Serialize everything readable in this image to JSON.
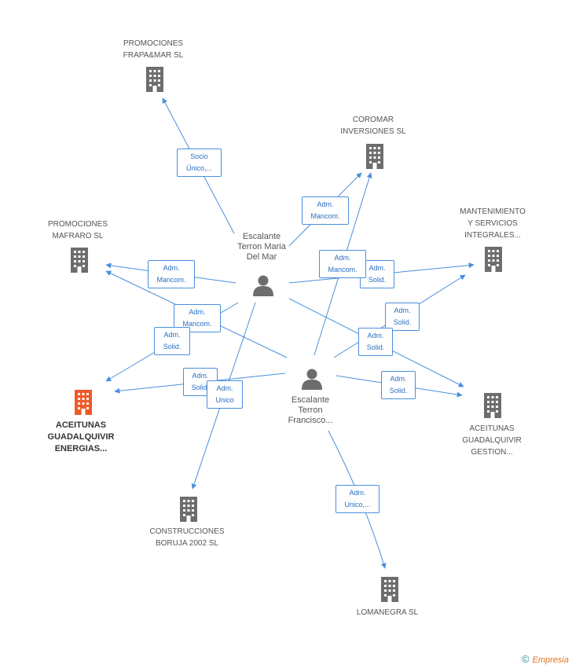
{
  "companies": {
    "frapamar": "PROMOCIONES\nFRAPA&MAR SL",
    "coromar": "COROMAR\nINVERSIONES SL",
    "mantenimiento": "MANTENIMIENTO\nY SERVICIOS\nINTEGRALES...",
    "mafraro": "PROMOCIONES\nMAFRARO SL",
    "energias": "ACEITUNAS\nGUADALQUIVIR\nENERGIAS...",
    "gestion": "ACEITUNAS\nGUADALQUIVIR\nGESTION...",
    "boruja": "CONSTRUCCIONES\nBORUJA 2002 SL",
    "lomanegra": "LOMANEGRA SL"
  },
  "persons": {
    "maria": "Escalante\nTerron Maria\nDel Mar",
    "francisco": "Escalante\nTerron\nFrancisco..."
  },
  "edge_labels": {
    "e1": "Socio\nÚnico,...",
    "e2": "Adm.\nMancom.",
    "e3": "Adm.\nMancom.",
    "e4": "Adm.\nMancom.",
    "e5": "Adm.\nSolid.",
    "e6": "Adm.\nMancom.",
    "e7": "Adm.\nSolid.",
    "e8": "Adm.\nSolid.",
    "e9": "Adm.\nSolid.",
    "e10": "Adm.\nSolid.",
    "e11": "Adm.\nUnico",
    "e12": "Adm.\nSolid.",
    "e13": "Adm.\nUnico,..."
  },
  "footer": {
    "copyright": "©",
    "brand": "Empresia"
  },
  "colors": {
    "edge": "#4a8fdc",
    "building": "#6d6d6d",
    "focus_building": "#f05a28",
    "person": "#6d6d6d"
  }
}
